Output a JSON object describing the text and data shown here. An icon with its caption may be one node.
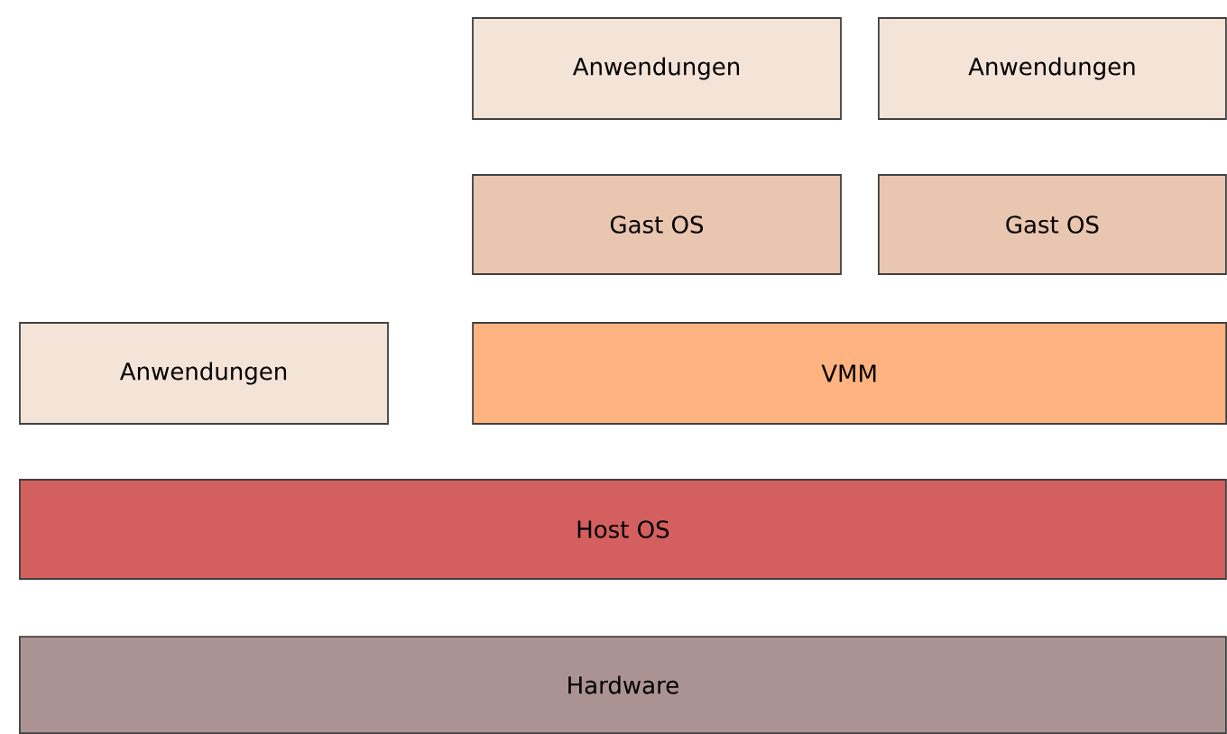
{
  "diagram": {
    "nodes": [
      {
        "text": [
          "Anwendungen"
        ]
      },
      {
        "text": [
          "Anwendungen"
        ]
      },
      {
        "text": [
          "Gast OS"
        ]
      },
      {
        "text": [
          "Gast OS"
        ]
      },
      {
        "text": [
          "Anwendungen"
        ]
      },
      {
        "text": [
          "VMM"
        ]
      },
      {
        "text": [
          "Host OS"
        ]
      },
      {
        "text": [
          "Hardware"
        ]
      }
    ]
  }
}
